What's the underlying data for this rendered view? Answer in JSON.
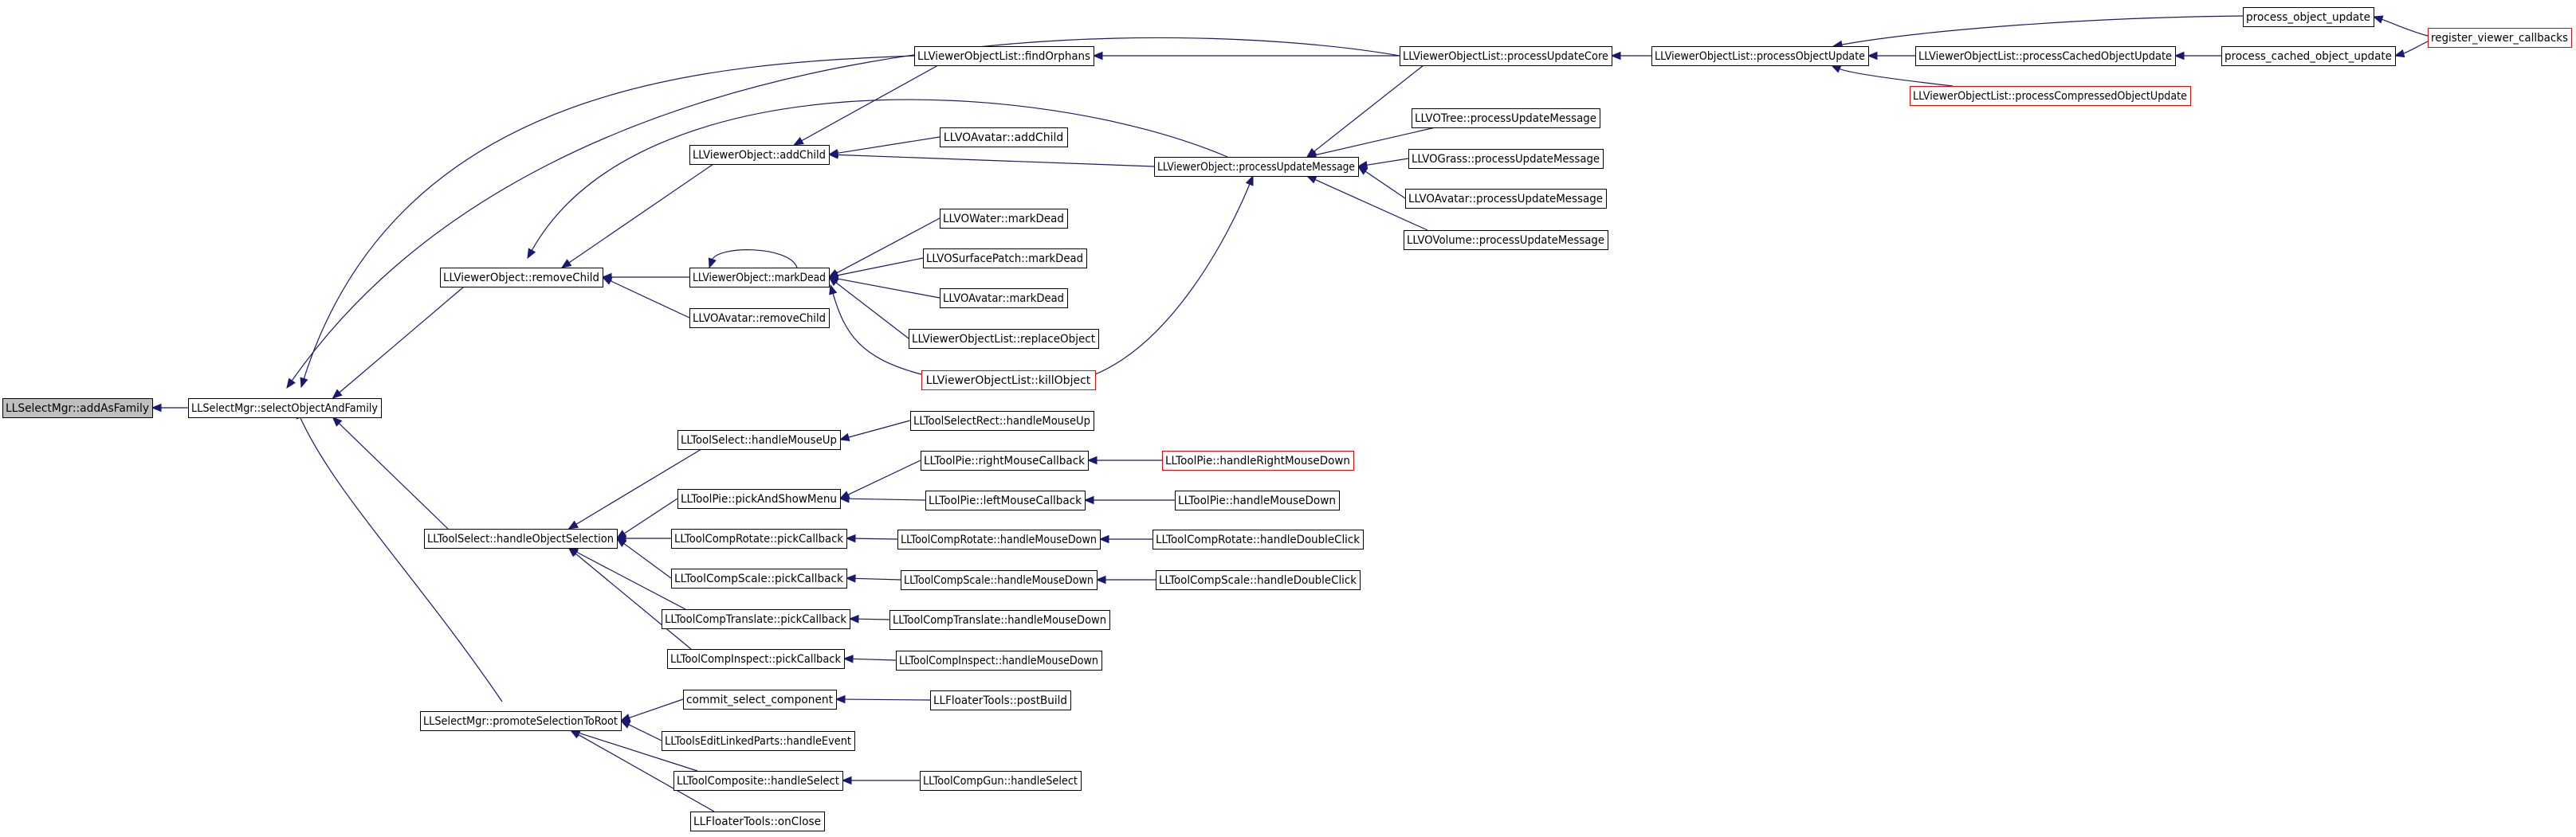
{
  "graph": {
    "colors": {
      "edge": "#191970",
      "node_border": "#000000",
      "node_border_truncated": "#ff0000",
      "node_fill": "#ffffff",
      "root_fill": "#bfbfbf",
      "text": "#000000"
    },
    "nodes": [
      {
        "id": "addAsFamily",
        "label": "LLSelectMgr::addAsFamily",
        "style": "root"
      },
      {
        "id": "selectObjectAndFamily",
        "label": "LLSelectMgr::selectObjectAndFamily",
        "style": "normal"
      },
      {
        "id": "vo_removeChild",
        "label": "LLViewerObject::removeChild",
        "style": "normal"
      },
      {
        "id": "ts_handleObjectSelection",
        "label": "LLToolSelect::handleObjectSelection",
        "style": "normal"
      },
      {
        "id": "promoteSelectionToRoot",
        "label": "LLSelectMgr::promoteSelectionToRoot",
        "style": "normal"
      },
      {
        "id": "vo_addChild",
        "label": "LLViewerObject::addChild",
        "style": "normal"
      },
      {
        "id": "vo_markDead",
        "label": "LLViewerObject::markDead",
        "style": "normal"
      },
      {
        "id": "voa_removeChild",
        "label": "LLVOAvatar::removeChild",
        "style": "normal"
      },
      {
        "id": "ts_handleMouseUp",
        "label": "LLToolSelect::handleMouseUp",
        "style": "normal"
      },
      {
        "id": "tp_pickAndShowMenu",
        "label": "LLToolPie::pickAndShowMenu",
        "style": "normal"
      },
      {
        "id": "tcr_pickCallback",
        "label": "LLToolCompRotate::pickCallback",
        "style": "normal"
      },
      {
        "id": "tcs_pickCallback",
        "label": "LLToolCompScale::pickCallback",
        "style": "normal"
      },
      {
        "id": "tct_pickCallback",
        "label": "LLToolCompTranslate::pickCallback",
        "style": "normal"
      },
      {
        "id": "tci_pickCallback",
        "label": "LLToolCompInspect::pickCallback",
        "style": "normal"
      },
      {
        "id": "commit_select_component",
        "label": "commit_select_component",
        "style": "normal"
      },
      {
        "id": "elp_handleEvent",
        "label": "LLToolsEditLinkedParts::handleEvent",
        "style": "normal"
      },
      {
        "id": "tcomp_handleSelect",
        "label": "LLToolComposite::handleSelect",
        "style": "normal"
      },
      {
        "id": "ft_onClose",
        "label": "LLFloaterTools::onClose",
        "style": "normal"
      },
      {
        "id": "vol_findOrphans",
        "label": "LLViewerObjectList::findOrphans",
        "style": "normal"
      },
      {
        "id": "voa_addChild",
        "label": "LLVOAvatar::addChild",
        "style": "normal"
      },
      {
        "id": "vo_processUpdateMessage",
        "label": "LLViewerObject::processUpdateMessage",
        "style": "normal"
      },
      {
        "id": "vow_markDead",
        "label": "LLVOWater::markDead",
        "style": "normal"
      },
      {
        "id": "vosp_markDead",
        "label": "LLVOSurfacePatch::markDead",
        "style": "normal"
      },
      {
        "id": "voa_markDead",
        "label": "LLVOAvatar::markDead",
        "style": "normal"
      },
      {
        "id": "vol_replaceObject",
        "label": "LLViewerObjectList::replaceObject",
        "style": "normal"
      },
      {
        "id": "vol_killObject",
        "label": "LLViewerObjectList::killObject",
        "style": "truncated"
      },
      {
        "id": "tsr_handleMouseUp",
        "label": "LLToolSelectRect::handleMouseUp",
        "style": "normal"
      },
      {
        "id": "tp_rightMouseCallback",
        "label": "LLToolPie::rightMouseCallback",
        "style": "normal"
      },
      {
        "id": "tp_leftMouseCallback",
        "label": "LLToolPie::leftMouseCallback",
        "style": "normal"
      },
      {
        "id": "tcr_handleMouseDown",
        "label": "LLToolCompRotate::handleMouseDown",
        "style": "normal"
      },
      {
        "id": "tcs_handleMouseDown",
        "label": "LLToolCompScale::handleMouseDown",
        "style": "normal"
      },
      {
        "id": "tct_handleMouseDown",
        "label": "LLToolCompTranslate::handleMouseDown",
        "style": "normal"
      },
      {
        "id": "tci_handleMouseDown",
        "label": "LLToolCompInspect::handleMouseDown",
        "style": "normal"
      },
      {
        "id": "ft_postBuild",
        "label": "LLFloaterTools::postBuild",
        "style": "normal"
      },
      {
        "id": "tcg_handleSelect",
        "label": "LLToolCompGun::handleSelect",
        "style": "normal"
      },
      {
        "id": "vol_processUpdateCore",
        "label": "LLViewerObjectList::processUpdateCore",
        "style": "normal"
      },
      {
        "id": "vot_processUpdateMessage",
        "label": "LLVOTree::processUpdateMessage",
        "style": "normal"
      },
      {
        "id": "vog_processUpdateMessage",
        "label": "LLVOGrass::processUpdateMessage",
        "style": "normal"
      },
      {
        "id": "voa_processUpdateMessage",
        "label": "LLVOAvatar::processUpdateMessage",
        "style": "normal"
      },
      {
        "id": "vov_processUpdateMessage",
        "label": "LLVOVolume::processUpdateMessage",
        "style": "normal"
      },
      {
        "id": "tp_handleRightMouseDown",
        "label": "LLToolPie::handleRightMouseDown",
        "style": "truncated"
      },
      {
        "id": "tp_handleMouseDown",
        "label": "LLToolPie::handleMouseDown",
        "style": "normal"
      },
      {
        "id": "tcr_handleDoubleClick",
        "label": "LLToolCompRotate::handleDoubleClick",
        "style": "normal"
      },
      {
        "id": "tcs_handleDoubleClick",
        "label": "LLToolCompScale::handleDoubleClick",
        "style": "normal"
      },
      {
        "id": "vol_processObjectUpdate",
        "label": "LLViewerObjectList::processObjectUpdate",
        "style": "normal"
      },
      {
        "id": "process_object_update",
        "label": "process_object_update",
        "style": "normal"
      },
      {
        "id": "vol_processCachedObjectUpdate",
        "label": "LLViewerObjectList::processCachedObjectUpdate",
        "style": "normal"
      },
      {
        "id": "vol_processCompressedObjectUpdate",
        "label": "LLViewerObjectList::processCompressedObjectUpdate",
        "style": "truncated"
      },
      {
        "id": "process_cached_object_update",
        "label": "process_cached_object_update",
        "style": "normal"
      },
      {
        "id": "register_viewer_callbacks",
        "label": "register_viewer_callbacks",
        "style": "truncated"
      }
    ],
    "edges": [
      [
        "selectObjectAndFamily",
        "addAsFamily"
      ],
      [
        "vo_removeChild",
        "selectObjectAndFamily"
      ],
      [
        "ts_handleObjectSelection",
        "selectObjectAndFamily"
      ],
      [
        "promoteSelectionToRoot",
        "selectObjectAndFamily"
      ],
      [
        "vol_findOrphans",
        "selectObjectAndFamily"
      ],
      [
        "vol_processUpdateCore",
        "selectObjectAndFamily"
      ],
      [
        "vo_addChild",
        "vo_removeChild"
      ],
      [
        "vo_markDead",
        "vo_removeChild"
      ],
      [
        "voa_removeChild",
        "vo_removeChild"
      ],
      [
        "vo_processUpdateMessage",
        "vo_removeChild"
      ],
      [
        "vol_findOrphans",
        "vo_addChild"
      ],
      [
        "voa_addChild",
        "vo_addChild"
      ],
      [
        "vo_processUpdateMessage",
        "vo_addChild"
      ],
      [
        "vo_markDead",
        "vo_markDead"
      ],
      [
        "vow_markDead",
        "vo_markDead"
      ],
      [
        "vosp_markDead",
        "vo_markDead"
      ],
      [
        "voa_markDead",
        "vo_markDead"
      ],
      [
        "vol_replaceObject",
        "vo_markDead"
      ],
      [
        "vol_killObject",
        "vo_markDead"
      ],
      [
        "ts_handleMouseUp",
        "ts_handleObjectSelection"
      ],
      [
        "tp_pickAndShowMenu",
        "ts_handleObjectSelection"
      ],
      [
        "tcr_pickCallback",
        "ts_handleObjectSelection"
      ],
      [
        "tcs_pickCallback",
        "ts_handleObjectSelection"
      ],
      [
        "tct_pickCallback",
        "ts_handleObjectSelection"
      ],
      [
        "tci_pickCallback",
        "ts_handleObjectSelection"
      ],
      [
        "commit_select_component",
        "promoteSelectionToRoot"
      ],
      [
        "elp_handleEvent",
        "promoteSelectionToRoot"
      ],
      [
        "tcomp_handleSelect",
        "promoteSelectionToRoot"
      ],
      [
        "ft_onClose",
        "promoteSelectionToRoot"
      ],
      [
        "tsr_handleMouseUp",
        "ts_handleMouseUp"
      ],
      [
        "tp_rightMouseCallback",
        "tp_pickAndShowMenu"
      ],
      [
        "tp_leftMouseCallback",
        "tp_pickAndShowMenu"
      ],
      [
        "tcr_handleMouseDown",
        "tcr_pickCallback"
      ],
      [
        "tcs_handleMouseDown",
        "tcs_pickCallback"
      ],
      [
        "tct_handleMouseDown",
        "tct_pickCallback"
      ],
      [
        "tci_handleMouseDown",
        "tci_pickCallback"
      ],
      [
        "ft_postBuild",
        "commit_select_component"
      ],
      [
        "tcg_handleSelect",
        "tcomp_handleSelect"
      ],
      [
        "vol_processUpdateCore",
        "vol_findOrphans"
      ],
      [
        "vol_processUpdateCore",
        "vo_processUpdateMessage"
      ],
      [
        "vot_processUpdateMessage",
        "vo_processUpdateMessage"
      ],
      [
        "vog_processUpdateMessage",
        "vo_processUpdateMessage"
      ],
      [
        "voa_processUpdateMessage",
        "vo_processUpdateMessage"
      ],
      [
        "vov_processUpdateMessage",
        "vo_processUpdateMessage"
      ],
      [
        "vol_killObject",
        "vo_processUpdateMessage"
      ],
      [
        "tp_handleRightMouseDown",
        "tp_rightMouseCallback"
      ],
      [
        "tp_handleMouseDown",
        "tp_leftMouseCallback"
      ],
      [
        "tcr_handleDoubleClick",
        "tcr_handleMouseDown"
      ],
      [
        "tcs_handleDoubleClick",
        "tcs_handleMouseDown"
      ],
      [
        "vol_processObjectUpdate",
        "vol_processUpdateCore"
      ],
      [
        "process_object_update",
        "vol_processObjectUpdate"
      ],
      [
        "vol_processCachedObjectUpdate",
        "vol_processObjectUpdate"
      ],
      [
        "vol_processCompressedObjectUpdate",
        "vol_processObjectUpdate"
      ],
      [
        "register_viewer_callbacks",
        "process_object_update"
      ],
      [
        "process_cached_object_update",
        "vol_processCachedObjectUpdate"
      ],
      [
        "register_viewer_callbacks",
        "process_cached_object_update"
      ]
    ]
  }
}
